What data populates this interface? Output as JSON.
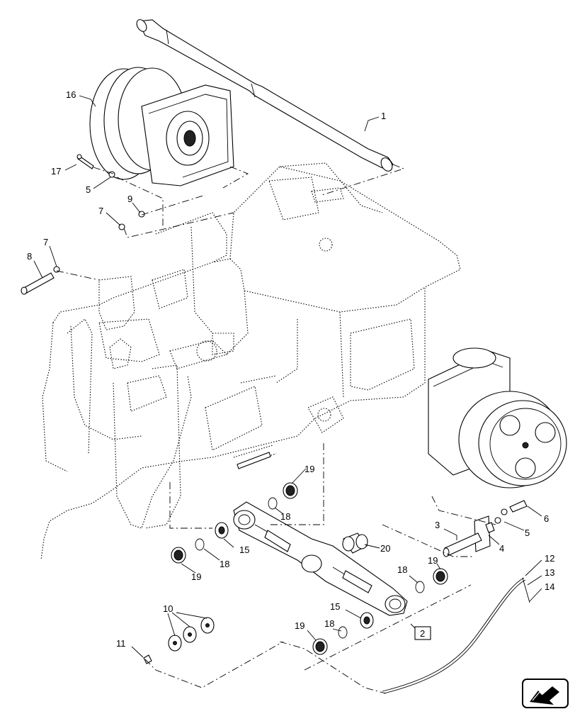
{
  "callouts": {
    "c1": "1",
    "c2": "2",
    "c3": "3",
    "c4": "4",
    "c5a": "5",
    "c5b": "5",
    "c6": "6",
    "c7a": "7",
    "c7b": "7",
    "c8": "8",
    "c9": "9",
    "c10": "10",
    "c11": "11",
    "c12": "12",
    "c13": "13",
    "c14": "14",
    "c15a": "15",
    "c15b": "15",
    "c16": "16",
    "c17": "17",
    "c18a": "18",
    "c18b": "18",
    "c18c": "18",
    "c18d": "18",
    "c19a": "19",
    "c19b": "19",
    "c19c": "19",
    "c19d": "19",
    "c20": "20"
  },
  "icons": {
    "nav_arrow": "orientation-arrow-icon"
  }
}
